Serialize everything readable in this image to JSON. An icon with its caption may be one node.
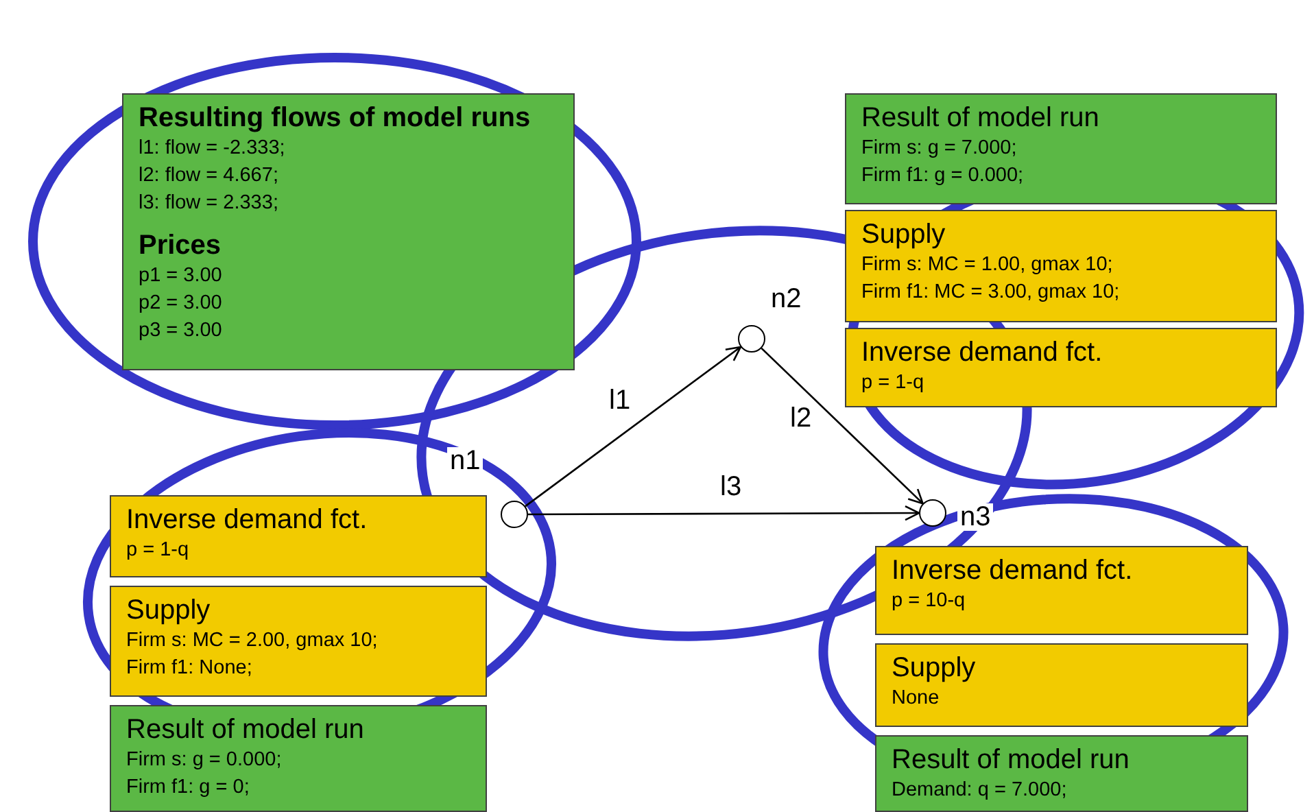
{
  "diagram": {
    "nodes": [
      {
        "text": [
          "**Resulting flows of model runs**",
          "l1: flow = -2.333;",
          "l2: flow = 4.667;",
          "l3: flow = 2.333;",
          "**Prices**",
          "p1 = 3.00",
          "p2 = 3.00",
          "p3 = 3.00"
        ]
      },
      {
        "text": [
          "Result of model run",
          "Firm s: g = 7.000;",
          "Firm f1: g = 0.000;"
        ]
      },
      {
        "text": [
          "Supply",
          "Firm s: MC = 1.00, gmax 10;",
          "Firm f1: MC = 3.00, gmax 10;"
        ]
      },
      {
        "text": [
          "Inverse demand fct.",
          "p = 1-q"
        ]
      },
      {
        "text": [],
        "shape": "circle",
        "beside": [
          "n2"
        ]
      },
      {
        "text": [],
        "shape": "circle",
        "beside": [
          "n1"
        ]
      },
      {
        "text": [],
        "shape": "circle",
        "beside": [
          "n3"
        ]
      },
      {
        "text": [
          "Inverse demand fct.",
          "p = 1-q"
        ]
      },
      {
        "text": [
          "Supply",
          "Firm s: MC = 2.00, gmax 10;",
          "Firm f1: None;"
        ]
      },
      {
        "text": [
          "Result of model run",
          "Firm s: g = 0.000;",
          "Firm f1: g = 0;"
        ]
      },
      {
        "text": [
          "Inverse demand fct.",
          "p = 10-q"
        ]
      },
      {
        "text": [
          "Supply",
          "None"
        ]
      },
      {
        "text": [
          "Result of model run",
          "Demand: q = 7.000;"
        ]
      }
    ],
    "edges": [
      {
        "from": 5,
        "to": 4,
        "arrow": "to",
        "label": "l1"
      },
      {
        "from": 4,
        "to": 6,
        "arrow": "to",
        "label": "l2"
      },
      {
        "from": 5,
        "to": 6,
        "arrow": "to",
        "label": "l3"
      }
    ]
  }
}
